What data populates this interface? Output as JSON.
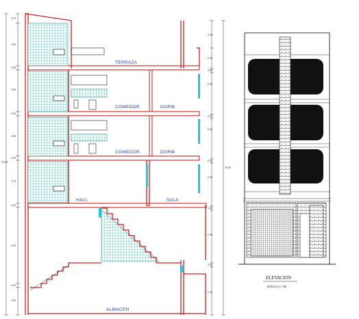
{
  "section": {
    "room_labels": {
      "terraza": "TERRAZA",
      "comedor_3": "COMEDOR",
      "dorm_3": "DORM.",
      "comedor_2": "COMEDOR",
      "dorm_2": "DORM.",
      "hall": "HALL",
      "sala": "SALA",
      "almacen": "ALMACEN"
    },
    "dims_left": [
      "0.70",
      "2.60",
      "0.20",
      "2.60",
      "0.20",
      "2.60",
      "0.20",
      "2.70",
      "0.20",
      "4.00",
      "0.20",
      "1.50"
    ],
    "dim_total_left": "10.40",
    "dims_right": [
      "0.40",
      "2.40",
      "0.20",
      "2.40",
      "0.20",
      "2.40",
      "0.20",
      "2.40",
      "0.20",
      "2.40",
      "0.20",
      "2.40"
    ],
    "dim_total_right": "10.40"
  },
  "elevation": {
    "title": "ELEVACION",
    "scale": "ESCALA 1 : 50"
  },
  "colors": {
    "wall": "#cc1f1f",
    "tile": "#2f8f8f",
    "label": "#1c3fd0",
    "window": "#22c7d9",
    "line": "#222222"
  }
}
